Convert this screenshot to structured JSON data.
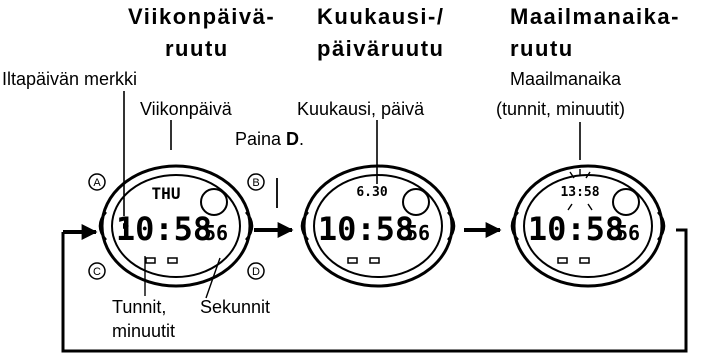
{
  "headers": {
    "weekday_display": [
      "Viikonpäivä-",
      "ruutu"
    ],
    "month_day_display": [
      "Kuukausi-/",
      "päiväruutu"
    ],
    "world_time_display": [
      "Maailmanaika-",
      "ruutu"
    ]
  },
  "labels": {
    "pm_indicator": "Iltapäivän merkki",
    "weekday": "Viikonpäivä",
    "month_day": "Kuukausi, päivä",
    "world_time": [
      "Maailmanaika",
      "(tunnit, minuutit)"
    ],
    "press_prefix": "Paina ",
    "press_key": "D",
    "press_suffix": ".",
    "hours_minutes": [
      "Tunnit,",
      "minuutit"
    ],
    "seconds": "Sekunnit"
  },
  "buttons": {
    "a": "A",
    "b": "B",
    "c": "C",
    "d": "D"
  },
  "watches": [
    {
      "top": "THU",
      "main": "10:58",
      "sec": "56"
    },
    {
      "top": "6.30",
      "main": "10:58",
      "sec": "56"
    },
    {
      "top": "13:58",
      "main": "10:58",
      "sec": "56"
    }
  ]
}
